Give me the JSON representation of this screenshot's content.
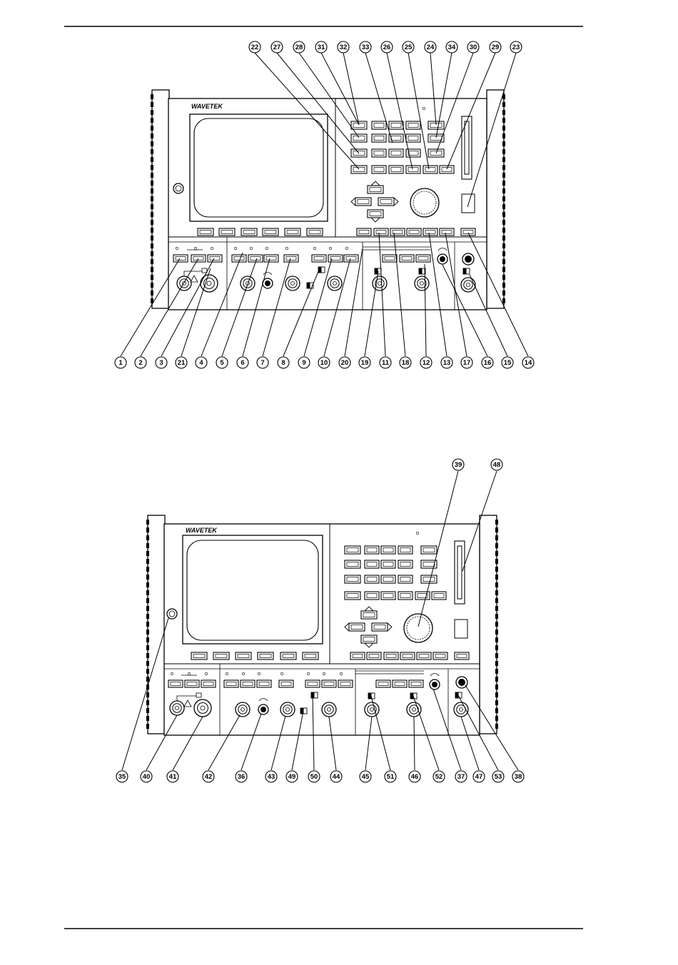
{
  "page": {
    "brand": "WAVETEK"
  },
  "top_figure": {
    "callouts_top": [
      "22",
      "27",
      "28",
      "31",
      "32",
      "33",
      "26",
      "25",
      "24",
      "34",
      "30",
      "29",
      "23"
    ],
    "callouts_bottom": [
      "1",
      "2",
      "3",
      "21",
      "4",
      "5",
      "6",
      "7",
      "8",
      "9",
      "10",
      "20",
      "19",
      "11",
      "18",
      "12",
      "13",
      "17",
      "16",
      "15",
      "14"
    ]
  },
  "bottom_figure": {
    "callouts_top": [
      "39",
      "48"
    ],
    "callouts_bottom": [
      "35",
      "40",
      "41",
      "42",
      "36",
      "43",
      "49",
      "50",
      "44",
      "45",
      "51",
      "46",
      "52",
      "37",
      "47",
      "53",
      "38"
    ]
  }
}
